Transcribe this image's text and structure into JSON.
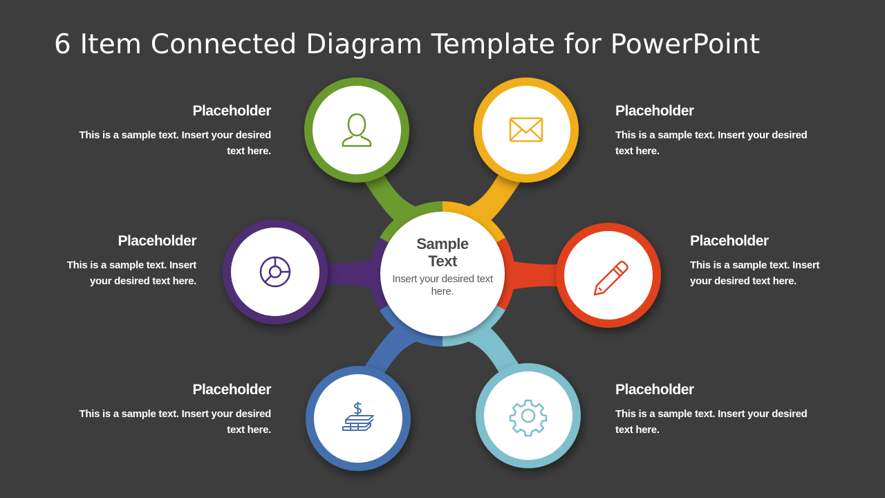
{
  "slide": {
    "title": "6 Item Connected Diagram Template for PowerPoint",
    "background": "#3d3d3d"
  },
  "center": {
    "title_line1": "Sample",
    "title_line2": "Text",
    "body": "Insert your desired text here."
  },
  "items": [
    {
      "id": "top-left",
      "heading": "Placeholder",
      "body": "This is a sample text. Insert your desired text here.",
      "color": "#6b9a2e",
      "icon": "user-icon"
    },
    {
      "id": "top-right",
      "heading": "Placeholder",
      "body": "This is a sample text. Insert your desired text here.",
      "color": "#f0ae1a",
      "icon": "envelope-icon"
    },
    {
      "id": "mid-left",
      "heading": "Placeholder",
      "body": "This is a sample text. Insert your desired text here.",
      "color": "#4f2d73",
      "icon": "pie-chart-icon"
    },
    {
      "id": "mid-right",
      "heading": "Placeholder",
      "body": "This is a sample text. Insert your desired text here.",
      "color": "#e0401f",
      "icon": "pencil-icon"
    },
    {
      "id": "bottom-left",
      "heading": "Placeholder",
      "body": "This is a sample text. Insert your desired text here.",
      "color": "#456fae",
      "icon": "money-stack-icon"
    },
    {
      "id": "bottom-right",
      "heading": "Placeholder",
      "body": "This is a sample text. Insert your desired text here.",
      "color": "#7dbfcc",
      "icon": "gear-icon"
    }
  ]
}
